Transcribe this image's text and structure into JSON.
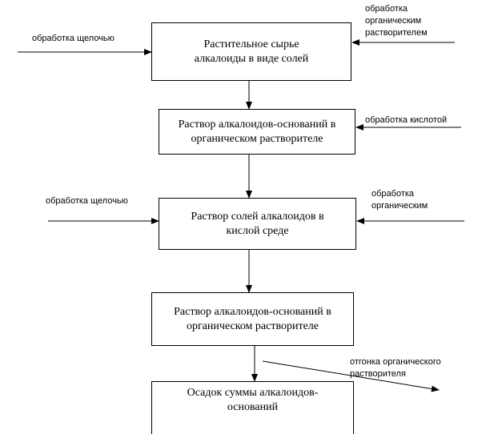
{
  "boxes": [
    {
      "text": "Растительное сырье\nалкалоиды в виде солей"
    },
    {
      "text": "Раствор алкалоидов-оснований в\nорганическом растворителе"
    },
    {
      "text": "Раствор солей алкалоидов в\nкислой среде"
    },
    {
      "text": "Раствор алкалоидов-оснований в\nорганическом растворителе"
    },
    {
      "text": "Осадок суммы алкалоидов-\nоснований"
    }
  ],
  "labels": [
    {
      "text": "обработка щелочью"
    },
    {
      "text": "обработка\nорганическим\nрастворителем"
    },
    {
      "text": "обработка кислотой"
    },
    {
      "text": "обработка щелочью"
    },
    {
      "text": "обработка\nорганическим"
    },
    {
      "text": "отгонка органического\nрастворителя"
    }
  ],
  "colors": {
    "stroke": "#000000",
    "background": "#ffffff"
  }
}
